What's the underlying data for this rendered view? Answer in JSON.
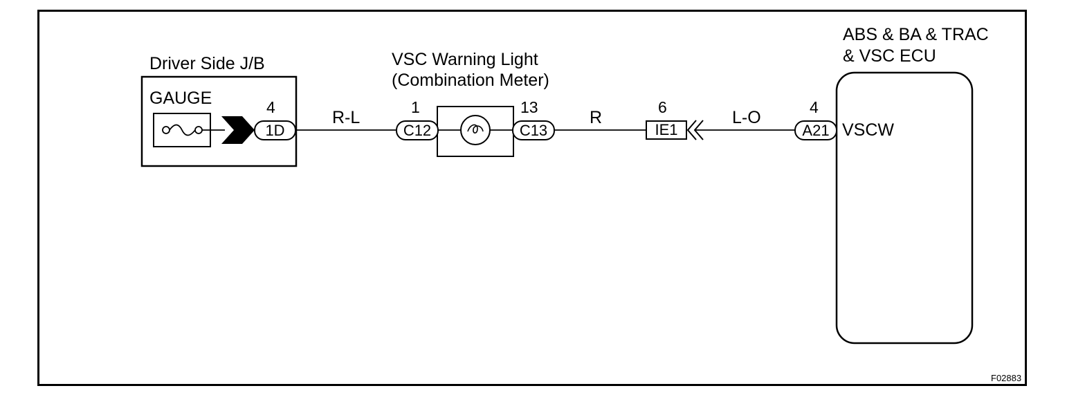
{
  "diagram": {
    "junction_block": {
      "title": "Driver Side J/B",
      "fuse_label": "GAUGE",
      "pin": "4",
      "connector": "1D"
    },
    "warning_light": {
      "title_line1": "VSC Warning Light",
      "title_line2": "(Combination Meter)",
      "pin_in": "1",
      "connector_in": "C12",
      "pin_out": "13",
      "connector_out": "C13"
    },
    "junction_connector": {
      "pin": "6",
      "connector": "IE1"
    },
    "ecu": {
      "title_line1": "ABS & BA & TRAC",
      "title_line2": "& VSC ECU",
      "pin": "4",
      "connector": "A21",
      "terminal": "VSCW"
    },
    "wires": {
      "jb_to_light": "R-L",
      "light_to_junction": "R",
      "junction_to_ecu": "L-O"
    },
    "figure_code": "F02883"
  }
}
